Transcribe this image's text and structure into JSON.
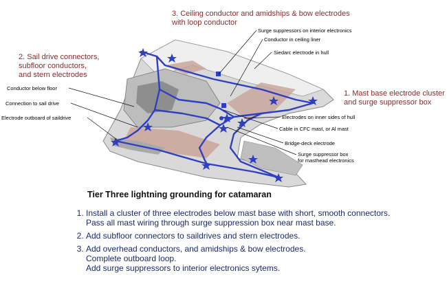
{
  "callouts": {
    "c3": "3.  Ceiling conductor and amidships & bow electrodes\nwith loop conductor",
    "c2": "2.  Sail drive connectors,\nsubfloor conductors,\nand stern electrodes",
    "c1": "1.  Mast base electrode cluster\nand surge suppressor box"
  },
  "labels": {
    "surge_interior": "Surge suppressors on interior electronics",
    "ceiling_liner": "Conductor in ceiling liner",
    "siedarc": "Siedarc electrode in hull",
    "below_floor": "Conductor below floor",
    "sail_drive": "Connection to sail drive",
    "outboard_saildrive": "Electrode outboard of saildrive",
    "inner_sides": "Electrodes on inner sides of hull",
    "cable_mast": "Cable in CFC mast, or Al mast",
    "bridge_deck": "Bridge-deck electrode",
    "surge_box": "Surge suppressor box\nfor masthead electronics"
  },
  "caption": "Tier Three lightning grounding for catamaran",
  "steps": [
    {
      "lines": [
        "Install a cluster of three electrodes below mast base with short, smooth connectors.",
        "Pass all mast wiring through surge suppression box near mast base."
      ]
    },
    {
      "lines": [
        "Add subfloor connectors to saildrives and stern electrodes."
      ]
    },
    {
      "lines": [
        "Add overhead conductors, and amidships & bow electrodes.",
        "Complete outboard loop.",
        "Add surge suppressors to interior electronics sytems."
      ]
    }
  ],
  "colors": {
    "callout": "#8b2a2a",
    "conductor": "#2f3fbf",
    "steps_text": "#1a2a6a"
  }
}
